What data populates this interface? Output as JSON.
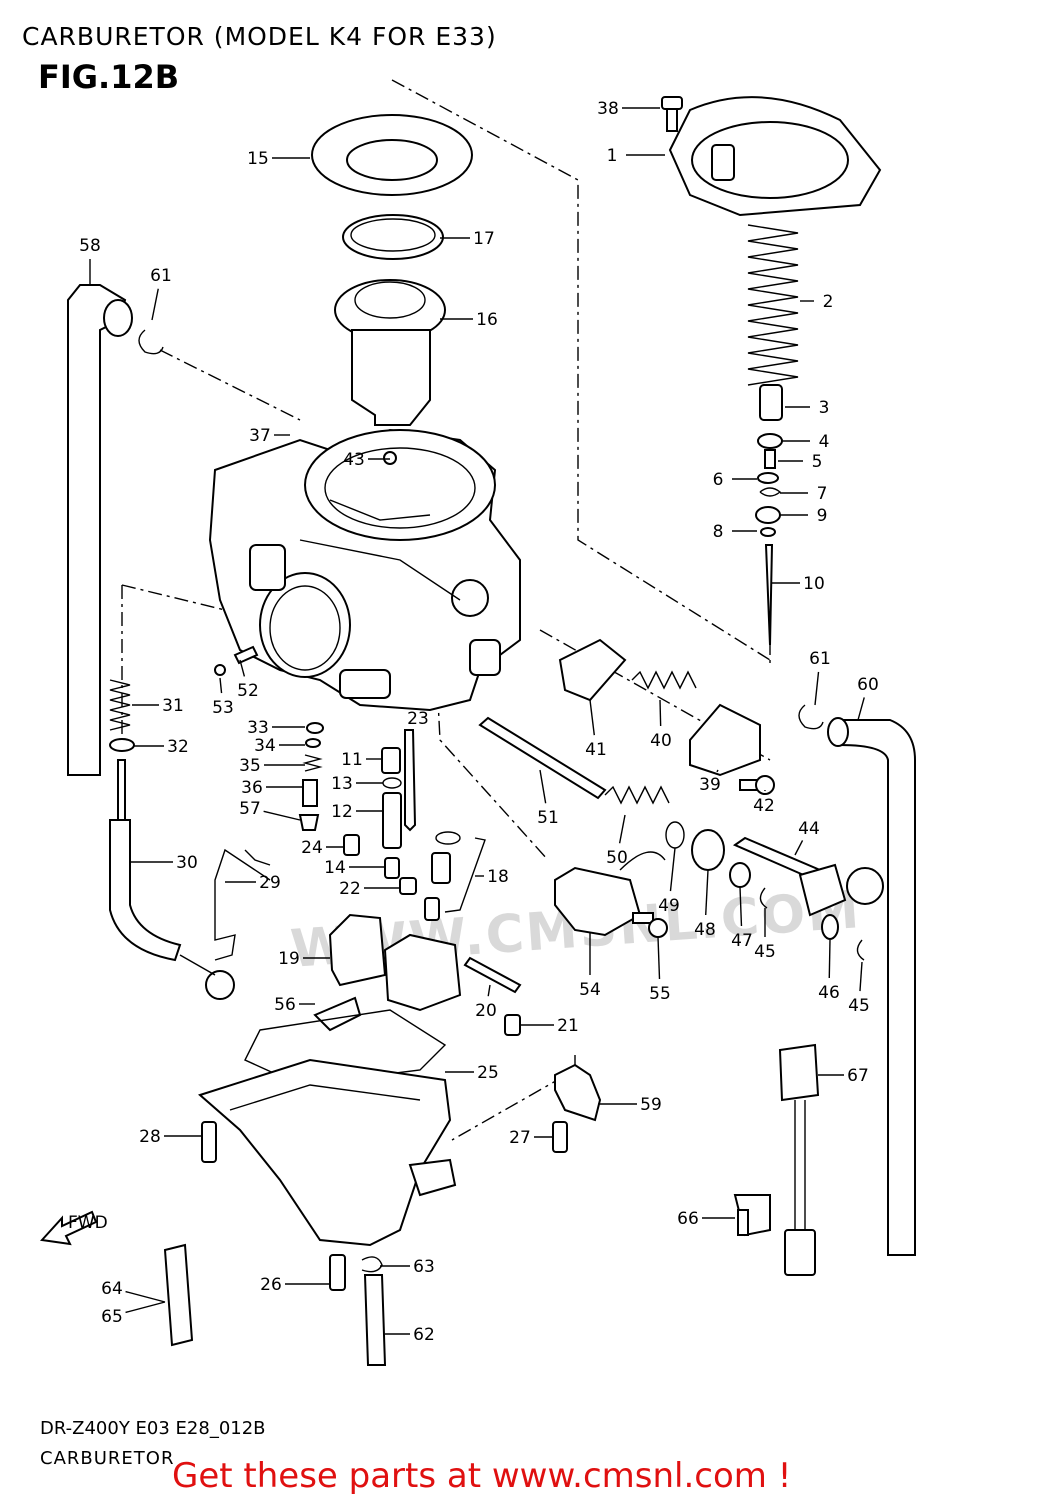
{
  "header": {
    "title": "CARBURETOR (MODEL K4 FOR E33)",
    "figure": "FIG.12B"
  },
  "footer": {
    "model_code": "DR-Z400Y E03 E28_012B",
    "category": "CARBURETOR",
    "promo": "Get these parts at www.cmsnl.com !"
  },
  "watermark": "WWW.CMSNL.COM",
  "fwd_label": "FWD",
  "callouts": [
    {
      "label": "38"
    },
    {
      "label": "1"
    },
    {
      "label": "15"
    },
    {
      "label": "17"
    },
    {
      "label": "16"
    },
    {
      "label": "58"
    },
    {
      "label": "61"
    },
    {
      "label": "2"
    },
    {
      "label": "3"
    },
    {
      "label": "4"
    },
    {
      "label": "5"
    },
    {
      "label": "6"
    },
    {
      "label": "7"
    },
    {
      "label": "8"
    },
    {
      "label": "9"
    },
    {
      "label": "10"
    },
    {
      "label": "37"
    },
    {
      "label": "43"
    },
    {
      "label": "52"
    },
    {
      "label": "53"
    },
    {
      "label": "61"
    },
    {
      "label": "60"
    },
    {
      "label": "31"
    },
    {
      "label": "32"
    },
    {
      "label": "33"
    },
    {
      "label": "34"
    },
    {
      "label": "35"
    },
    {
      "label": "36"
    },
    {
      "label": "57"
    },
    {
      "label": "23"
    },
    {
      "label": "11"
    },
    {
      "label": "13"
    },
    {
      "label": "12"
    },
    {
      "label": "24"
    },
    {
      "label": "14"
    },
    {
      "label": "22"
    },
    {
      "label": "18"
    },
    {
      "label": "41"
    },
    {
      "label": "40"
    },
    {
      "label": "39"
    },
    {
      "label": "42"
    },
    {
      "label": "51"
    },
    {
      "label": "50"
    },
    {
      "label": "49"
    },
    {
      "label": "48"
    },
    {
      "label": "47"
    },
    {
      "label": "45"
    },
    {
      "label": "44"
    },
    {
      "label": "46"
    },
    {
      "label": "45"
    },
    {
      "label": "30"
    },
    {
      "label": "29"
    },
    {
      "label": "19"
    },
    {
      "label": "54"
    },
    {
      "label": "55"
    },
    {
      "label": "20"
    },
    {
      "label": "56"
    },
    {
      "label": "21"
    },
    {
      "label": "25"
    },
    {
      "label": "59"
    },
    {
      "label": "67"
    },
    {
      "label": "28"
    },
    {
      "label": "27"
    },
    {
      "label": "66"
    },
    {
      "label": "26"
    },
    {
      "label": "63"
    },
    {
      "label": "64"
    },
    {
      "label": "65"
    },
    {
      "label": "62"
    }
  ]
}
